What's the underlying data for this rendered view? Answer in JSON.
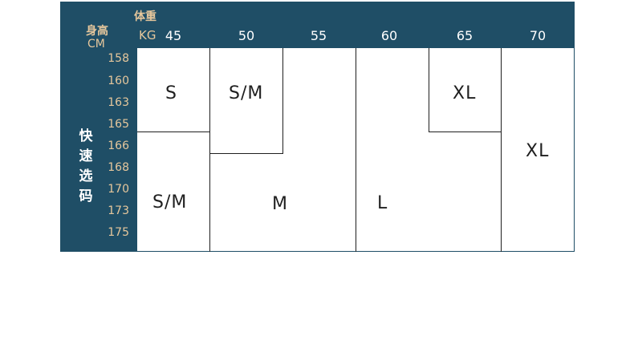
{
  "header": {
    "height_label": "身高",
    "height_unit": "CM",
    "weight_label": "体重",
    "weight_unit": "KG",
    "weights": [
      "45",
      "50",
      "55",
      "60",
      "65",
      "70"
    ]
  },
  "sidebar": {
    "quick_label": [
      "快",
      "速",
      "选",
      "码"
    ],
    "heights": [
      "158",
      "160",
      "163",
      "165",
      "166",
      "168",
      "170",
      "173",
      "175"
    ]
  },
  "sizes": {
    "s_top": "S",
    "sm_top": "S/M",
    "xl_top": "XL",
    "xl_right": "XL",
    "sm_bottom": "S/M",
    "m": "M",
    "l": "L"
  }
}
